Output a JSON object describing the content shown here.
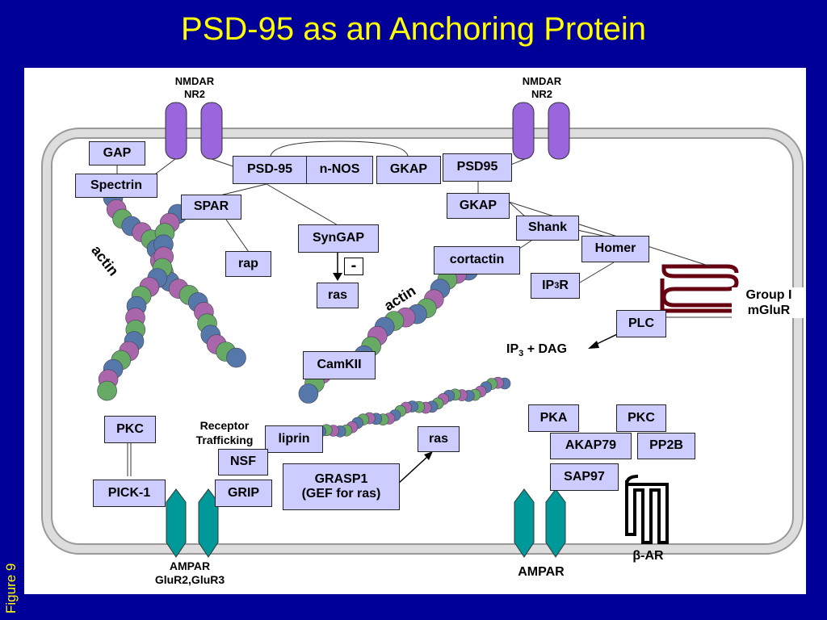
{
  "title": "PSD-95 as an Anchoring Protein",
  "figure_label": "Figure 9",
  "colors": {
    "background": "#000099",
    "title": "#ffff00",
    "protein_box": "#ccccff",
    "membrane": "#dddddd",
    "nmdar": "#9966dd",
    "ampar": "#009999",
    "mglur": "#660011",
    "actin_green": "#66aa66",
    "actin_purple": "#aa66aa",
    "actin_blue": "#5577aa"
  },
  "receptors": {
    "nmdar_left": {
      "line1": "NMDAR",
      "line2": "NR2"
    },
    "nmdar_right": {
      "line1": "NMDAR",
      "line2": "NR2"
    },
    "ampar_left": {
      "line1": "AMPAR",
      "line2": "GluR2,GluR3"
    },
    "ampar_right": "AMPAR",
    "mglur": {
      "line1": "Group I",
      "line2": "mGluR"
    },
    "beta_ar": "β-AR"
  },
  "proteins": {
    "gap": "GAP",
    "spectrin": "Spectrin",
    "psd95_left": "PSD-95",
    "nnos": "n-NOS",
    "gkap_top": "GKAP",
    "psd95_right": "PSD95",
    "gkap_right": "GKAP",
    "spar": "SPAR",
    "syngap": "SynGAP",
    "rap": "rap",
    "ras_mid": "ras",
    "shank": "Shank",
    "cortactin": "cortactin",
    "homer": "Homer",
    "ip3r_main": "IP",
    "ip3r_sub": "3",
    "ip3r_tail": "R",
    "plc": "PLC",
    "camkii": "CamKII",
    "pkc_left": "PKC",
    "liprin": "liprin",
    "ras_low": "ras",
    "nsf": "NSF",
    "grasp1_line1": "GRASP1",
    "grasp1_line2": "(GEF for ras)",
    "pick1": "PICK-1",
    "grip": "GRIP",
    "pka": "PKA",
    "pkc_right": "PKC",
    "akap79": "AKAP79",
    "pp2b": "PP2B",
    "sap97": "SAP97"
  },
  "labels": {
    "actin_left": "actin",
    "actin_mid": "actin",
    "minus": "-",
    "receptor_trafficking_1": "Receptor",
    "receptor_trafficking_2": "Trafficking",
    "ip3_dag_a": "IP",
    "ip3_dag_sub": "3",
    "ip3_dag_b": " + DAG"
  }
}
